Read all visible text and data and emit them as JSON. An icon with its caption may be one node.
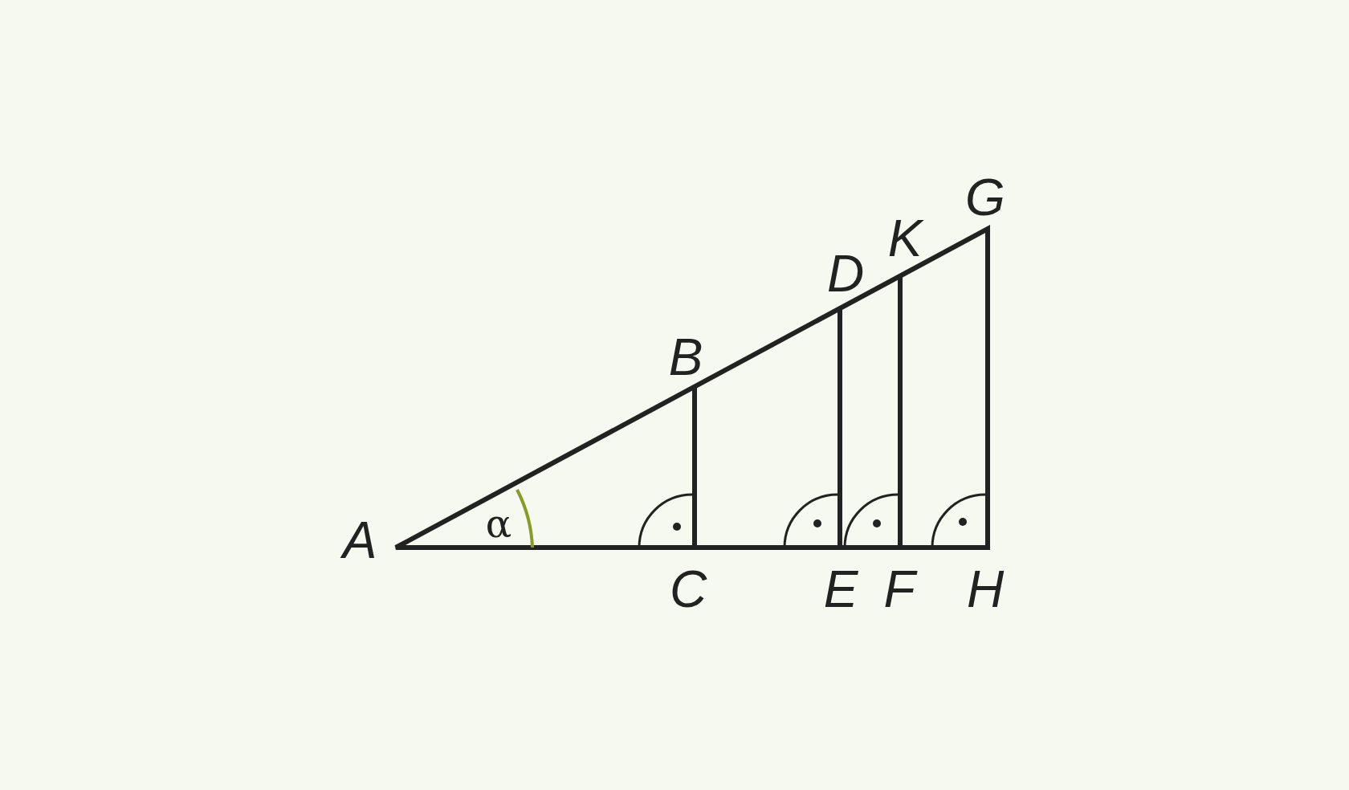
{
  "diagram": {
    "labels": [
      "G",
      "K",
      "D",
      "B",
      "α",
      "A",
      "C",
      "E",
      "F",
      "H"
    ]
  }
}
